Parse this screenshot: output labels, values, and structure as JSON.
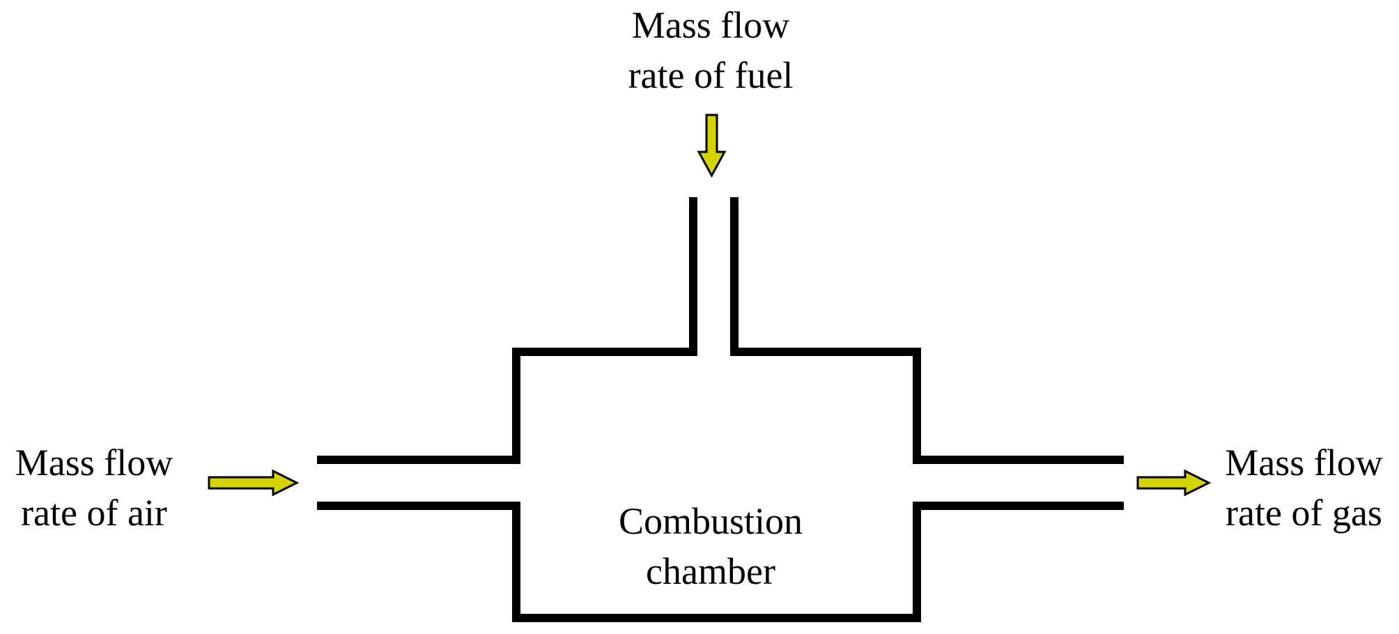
{
  "labels": {
    "fuel_line1": "Mass flow",
    "fuel_line2": "rate of fuel",
    "air_line1": "Mass flow",
    "air_line2": "rate of air",
    "gas_line1": "Mass flow",
    "gas_line2": "rate of gas",
    "chamber_line1": "Combustion",
    "chamber_line2": "chamber"
  },
  "colors": {
    "wall": "#000000",
    "arrow_fill": "#d4d400",
    "arrow_stroke": "#000000"
  }
}
